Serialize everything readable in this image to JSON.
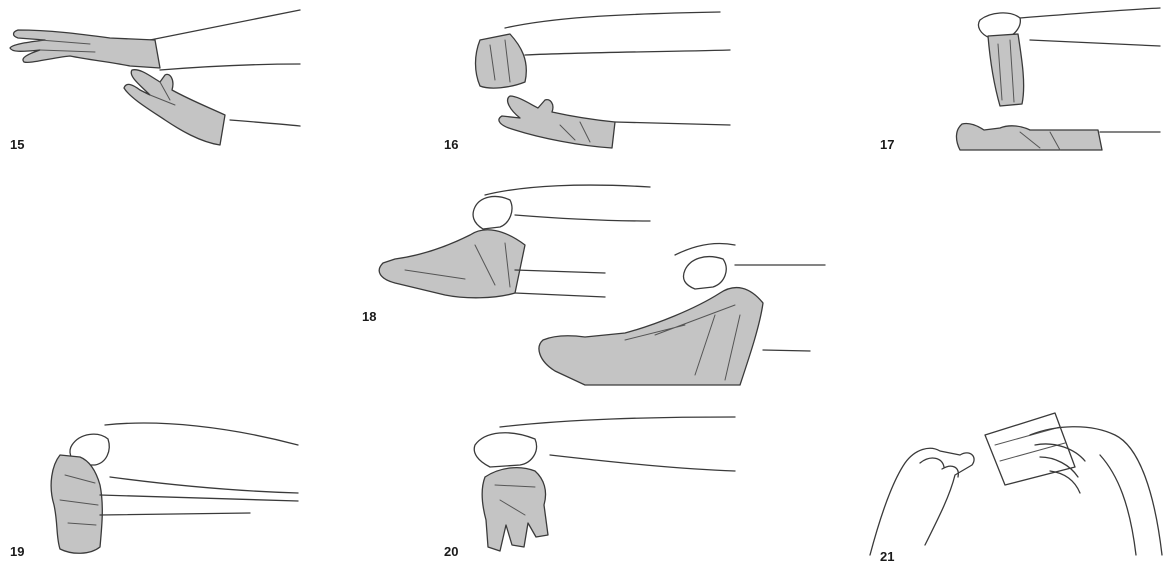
{
  "steps": [
    {
      "id": "15",
      "label": "15"
    },
    {
      "id": "16",
      "label": "16"
    },
    {
      "id": "17",
      "label": "17"
    },
    {
      "id": "18",
      "label": "18"
    },
    {
      "id": "19",
      "label": "19"
    },
    {
      "id": "20",
      "label": "20"
    },
    {
      "id": "21",
      "label": "21"
    }
  ],
  "colors": {
    "glove_fill": "#c4c4c4",
    "outline": "#3a3a3a",
    "background": "#ffffff"
  }
}
